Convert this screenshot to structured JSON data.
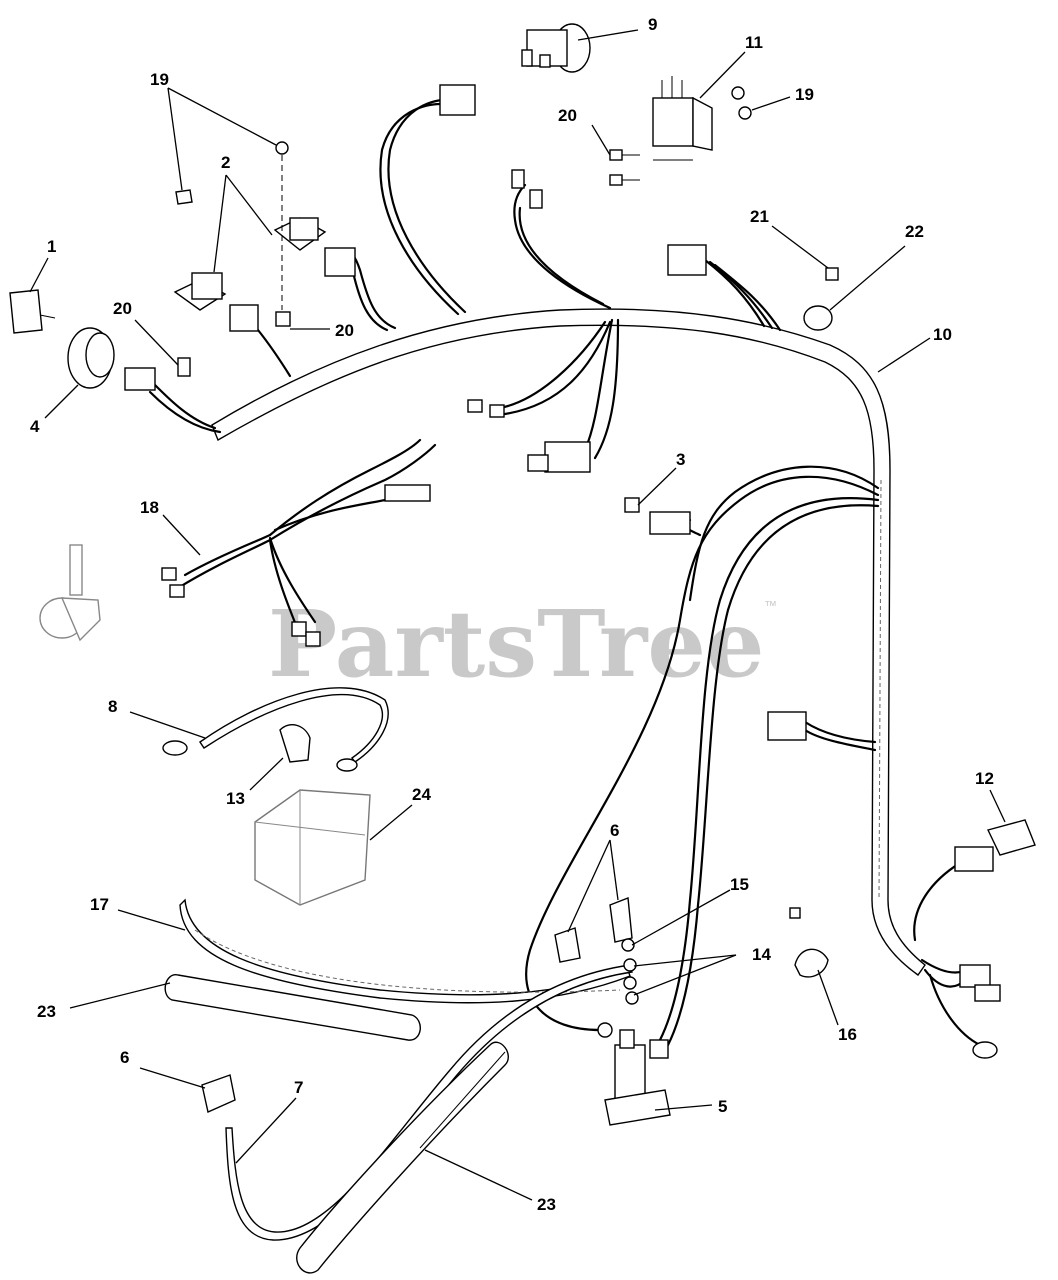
{
  "watermark": {
    "text": "PartsTree",
    "trademark": "™"
  },
  "callouts": [
    {
      "id": "c-9",
      "label": "9"
    },
    {
      "id": "c-11",
      "label": "11"
    },
    {
      "id": "c-19a",
      "label": "19"
    },
    {
      "id": "c-19b",
      "label": "19"
    },
    {
      "id": "c-20a",
      "label": "20"
    },
    {
      "id": "c-20b",
      "label": "20"
    },
    {
      "id": "c-20c",
      "label": "20"
    },
    {
      "id": "c-2",
      "label": "2"
    },
    {
      "id": "c-1",
      "label": "1"
    },
    {
      "id": "c-4",
      "label": "4"
    },
    {
      "id": "c-21",
      "label": "21"
    },
    {
      "id": "c-22",
      "label": "22"
    },
    {
      "id": "c-10",
      "label": "10"
    },
    {
      "id": "c-3",
      "label": "3"
    },
    {
      "id": "c-18",
      "label": "18"
    },
    {
      "id": "c-8",
      "label": "8"
    },
    {
      "id": "c-13",
      "label": "13"
    },
    {
      "id": "c-24",
      "label": "24"
    },
    {
      "id": "c-12",
      "label": "12"
    },
    {
      "id": "c-6a",
      "label": "6"
    },
    {
      "id": "c-15",
      "label": "15"
    },
    {
      "id": "c-14",
      "label": "14"
    },
    {
      "id": "c-17",
      "label": "17"
    },
    {
      "id": "c-23a",
      "label": "23"
    },
    {
      "id": "c-16",
      "label": "16"
    },
    {
      "id": "c-6b",
      "label": "6"
    },
    {
      "id": "c-7",
      "label": "7"
    },
    {
      "id": "c-5",
      "label": "5"
    },
    {
      "id": "c-23b",
      "label": "23"
    }
  ]
}
